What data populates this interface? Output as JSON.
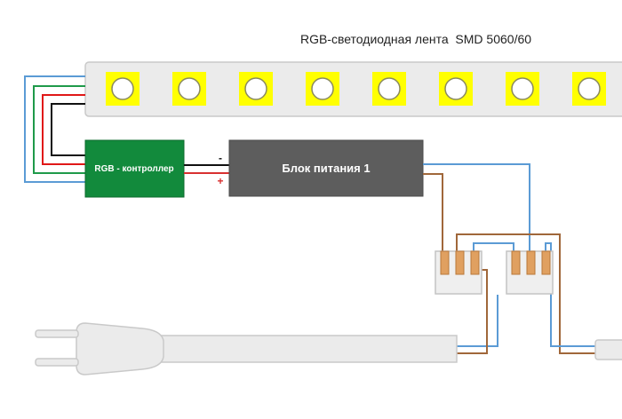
{
  "strip": {
    "label": "RGB-светодиодная лента  SMD 5060/60",
    "led_count": 8,
    "led_color": "#ffff00"
  },
  "controller": {
    "label": "RGB - контроллер",
    "color": "#128a3c"
  },
  "power_supply": {
    "label": "Блок питания 1",
    "color": "#5d5d5d"
  },
  "polarity": {
    "minus": "-",
    "plus": "+"
  },
  "wire_colors": {
    "blue": "#5b9bd5",
    "green": "#1f9a4a",
    "red": "#e01818",
    "black": "#111111",
    "brown": "#a0673a",
    "plus": "#d83030"
  },
  "terminal_blocks": [
    {
      "name": "terminal-block-left",
      "pins": 3
    },
    {
      "name": "terminal-block-right",
      "pins": 3
    }
  ]
}
